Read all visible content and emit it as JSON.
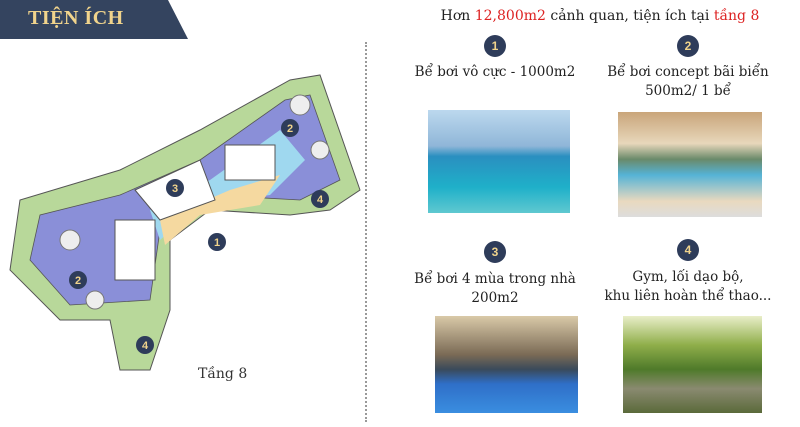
{
  "header": {
    "title": "TIỆN ÍCH"
  },
  "headline": {
    "prefix": "Hơn ",
    "area": "12,800m2",
    "middle": " cảnh quan, tiện ích tại ",
    "floor": "tầng 8"
  },
  "amenities": [
    {
      "number": "1",
      "line1": "Bể bơi vô cực - 1000m2",
      "line2": ""
    },
    {
      "number": "2",
      "line1": "Bể bơi concept bãi biển",
      "line2": "500m2/ 1 bể"
    },
    {
      "number": "3",
      "line1": "Bể bơi 4 mùa trong nhà",
      "line2": "200m2"
    },
    {
      "number": "4",
      "line1": "Gym, lối dạo bộ,",
      "line2": "khu liên hoàn thể thao..."
    }
  ],
  "plan": {
    "floor_label": "Tầng 8",
    "markers": [
      "1",
      "2",
      "2",
      "3",
      "4",
      "4"
    ]
  },
  "colors": {
    "navy": "#34445f",
    "gold": "#f1d48c",
    "red": "#dd2222"
  }
}
